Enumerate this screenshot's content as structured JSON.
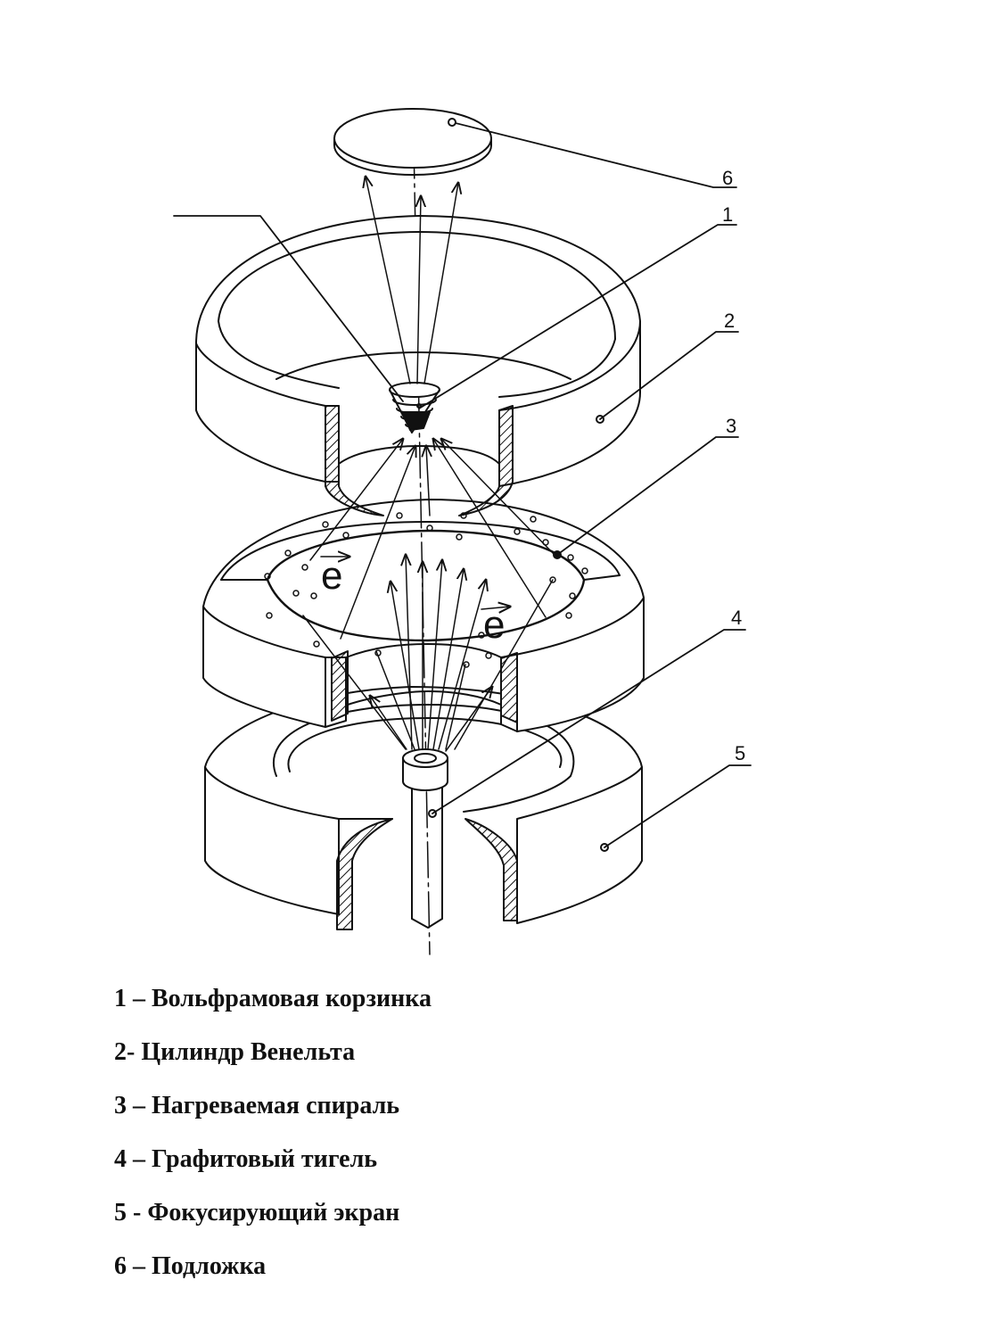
{
  "callouts": [
    {
      "id": "1",
      "label": "1"
    },
    {
      "id": "2",
      "label": "2"
    },
    {
      "id": "3",
      "label": "3"
    },
    {
      "id": "4",
      "label": "4"
    },
    {
      "id": "5",
      "label": "5"
    },
    {
      "id": "6",
      "label": "6"
    }
  ],
  "electron_symbol": "e",
  "legend": [
    "1 – Вольфрамовая корзинка",
    "2- Цилиндр Венельта",
    "3 – Нагреваемая спираль",
    "4 – Графитовый тигель",
    "5 - Фокусирующий экран",
    "6 – Подложка"
  ],
  "colors": {
    "line": "#111111",
    "background": "#ffffff"
  }
}
